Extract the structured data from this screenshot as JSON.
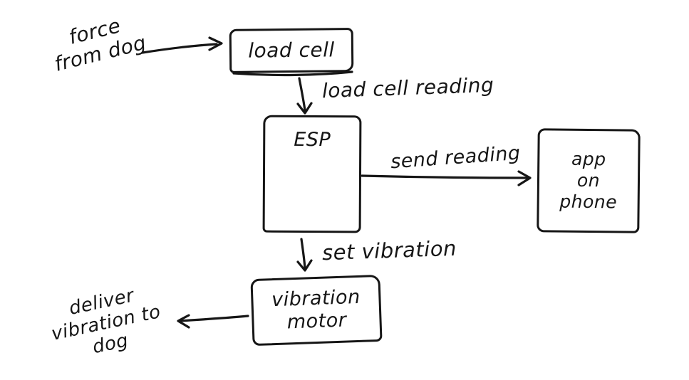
{
  "palette": {
    "background": "#ffffff",
    "ink": "#161616"
  },
  "diagram": {
    "type": "hand-drawn flowchart",
    "nodes": {
      "load_cell": {
        "label": "load cell"
      },
      "esp": {
        "label": "ESP"
      },
      "app_on_phone": {
        "label": "app\non\nphone"
      },
      "vibration_motor": {
        "label": "vibration\nmotor"
      }
    },
    "annotations": {
      "force_from_dog": "force\nfrom dog",
      "deliver_vibration_to_dog": "deliver\nvibration to\ndog"
    },
    "edges": [
      {
        "from": "force-from-dog",
        "to": "load-cell",
        "label": ""
      },
      {
        "from": "load-cell",
        "to": "esp",
        "label": "load cell reading"
      },
      {
        "from": "esp",
        "to": "app-on-phone",
        "label": "send reading"
      },
      {
        "from": "esp",
        "to": "vibration-motor",
        "label": "set vibration"
      },
      {
        "from": "vibration-motor",
        "to": "deliver-vibration-to-dog",
        "label": ""
      }
    ]
  }
}
